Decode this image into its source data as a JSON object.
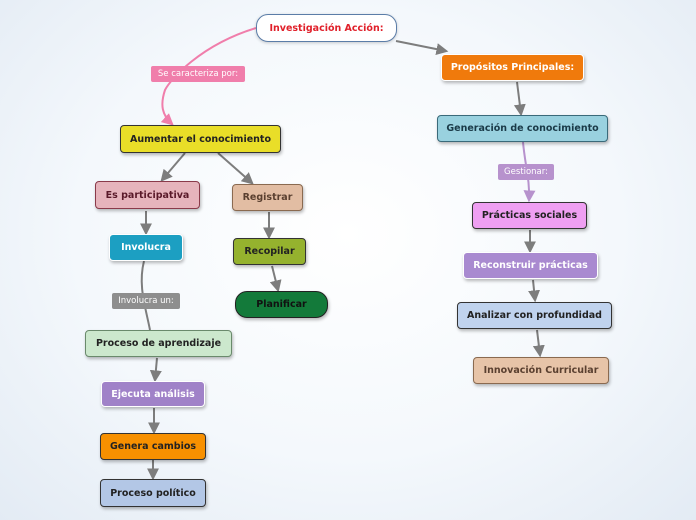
{
  "root": {
    "label": "Investigación Acción:"
  },
  "links": {
    "caracteriza": "Se caracteriza por:",
    "gestionar": "Gestionar:",
    "involucra_un": "Involucra un:"
  },
  "left": {
    "aumentar": "Aumentar el conocimiento",
    "participativa": "Es participativa",
    "involucra": "Involucra",
    "proceso_aprendizaje": "Proceso de aprendizaje",
    "ejecuta": "Ejecuta análisis",
    "genera": "Genera cambios",
    "proceso_politico": "Proceso político",
    "registrar": "Registrar",
    "recopilar": "Recopilar",
    "planificar": "Planificar"
  },
  "right": {
    "propositos": "Propósitos Principales:",
    "generacion": "Generación de conocimiento",
    "practicas": "Prácticas sociales",
    "reconstruir": "Reconstruir prácticas",
    "analizar": "Analizar con profundidad",
    "innovacion": "Innovación Curricular"
  },
  "colors": {
    "root_text": "#e0202a",
    "aumentar": "#e9de28",
    "participativa": "#e6b4bc",
    "involucra": "#1c9fc2",
    "proceso_aprendizaje": "#cce8cd",
    "ejecuta": "#a082c8",
    "genera": "#f79000",
    "proceso_politico": "#b3c7e6",
    "registrar": "#e2bda3",
    "recopilar": "#95b22e",
    "planificar": "#137a3a",
    "propositos": "#f07a0c",
    "generacion": "#99d1df",
    "practicas": "#ef9ff2",
    "reconstruir": "#a98ad0",
    "analizar": "#c0d3ee",
    "innovacion": "#e7c4a8",
    "tag_pink": "#f07eab",
    "tag_purple": "#b792cd",
    "tag_gray": "#8e8e8e"
  }
}
